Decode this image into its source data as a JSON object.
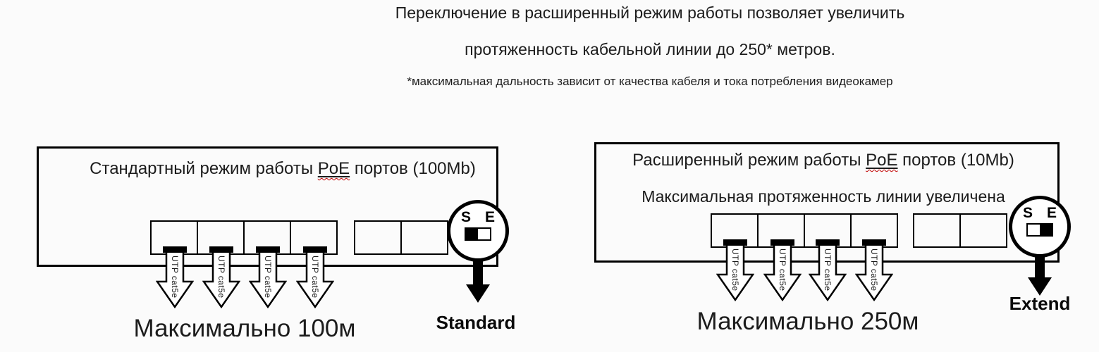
{
  "intro": {
    "line1": "Переключение в расширенный режим работы позволяет увеличить",
    "line2": "протяженность кабельной линии до 250* метров.",
    "footnote": "*максимальная дальность зависит от качества кабеля и тока потребления видеокамер"
  },
  "standard_panel": {
    "title_prefix": "Стандартный режим работы ",
    "poe": "PoE",
    "title_suffix": " портов (100Mb)",
    "cable_label": "UTP cat5e",
    "switch": {
      "left_letter": "S",
      "right_letter": "E",
      "position": "left"
    },
    "mode_label": "Standard",
    "max_label": "Максимально 100м"
  },
  "extend_panel": {
    "title_prefix": "Расширенный режим работы ",
    "poe": "PoE",
    "title_suffix": " портов (10Mb)",
    "subtitle": "Максимальная  протяженность линии увеличена",
    "cable_label": "UTP cat5e",
    "switch": {
      "left_letter": "S",
      "right_letter": "E",
      "position": "right"
    },
    "mode_label": "Extend",
    "max_label": "Максимально 250м"
  },
  "colors": {
    "ink": "#1c1c1c",
    "line": "#000000",
    "background": "#fbfbfb",
    "squiggle": "#c00000"
  }
}
